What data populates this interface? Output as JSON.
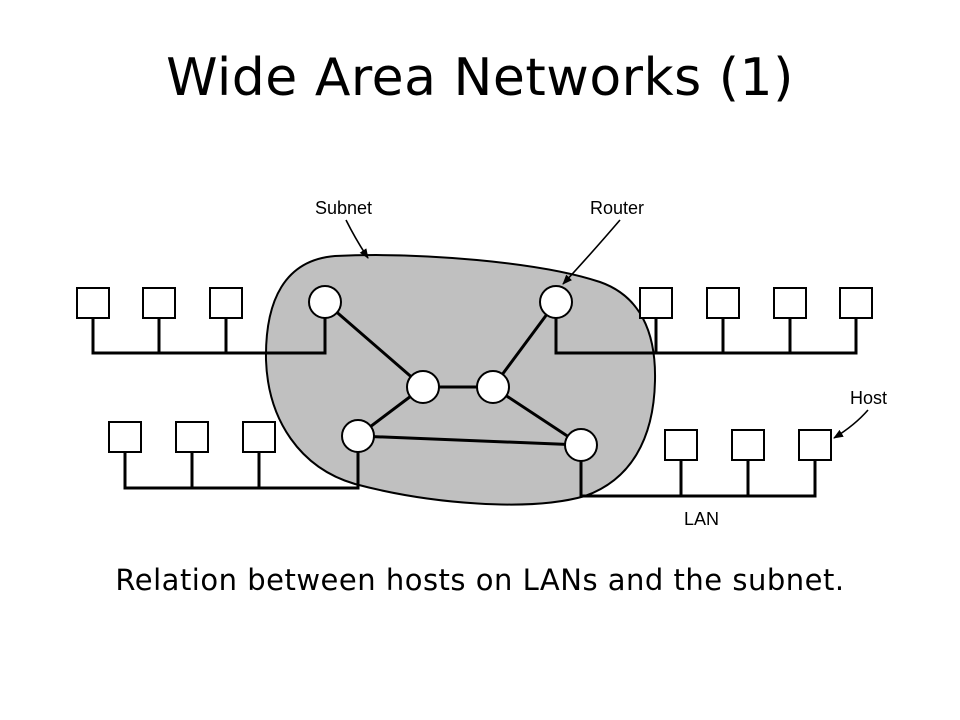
{
  "title": "Wide Area Networks (1)",
  "labels": {
    "subnet": "Subnet",
    "router": "Router",
    "host": "Host",
    "lan": "LAN"
  },
  "caption": "Relation between hosts on LANs and the subnet.",
  "colors": {
    "subnet_fill": "#c0c0c0",
    "stroke": "#000000",
    "background": "#ffffff"
  }
}
